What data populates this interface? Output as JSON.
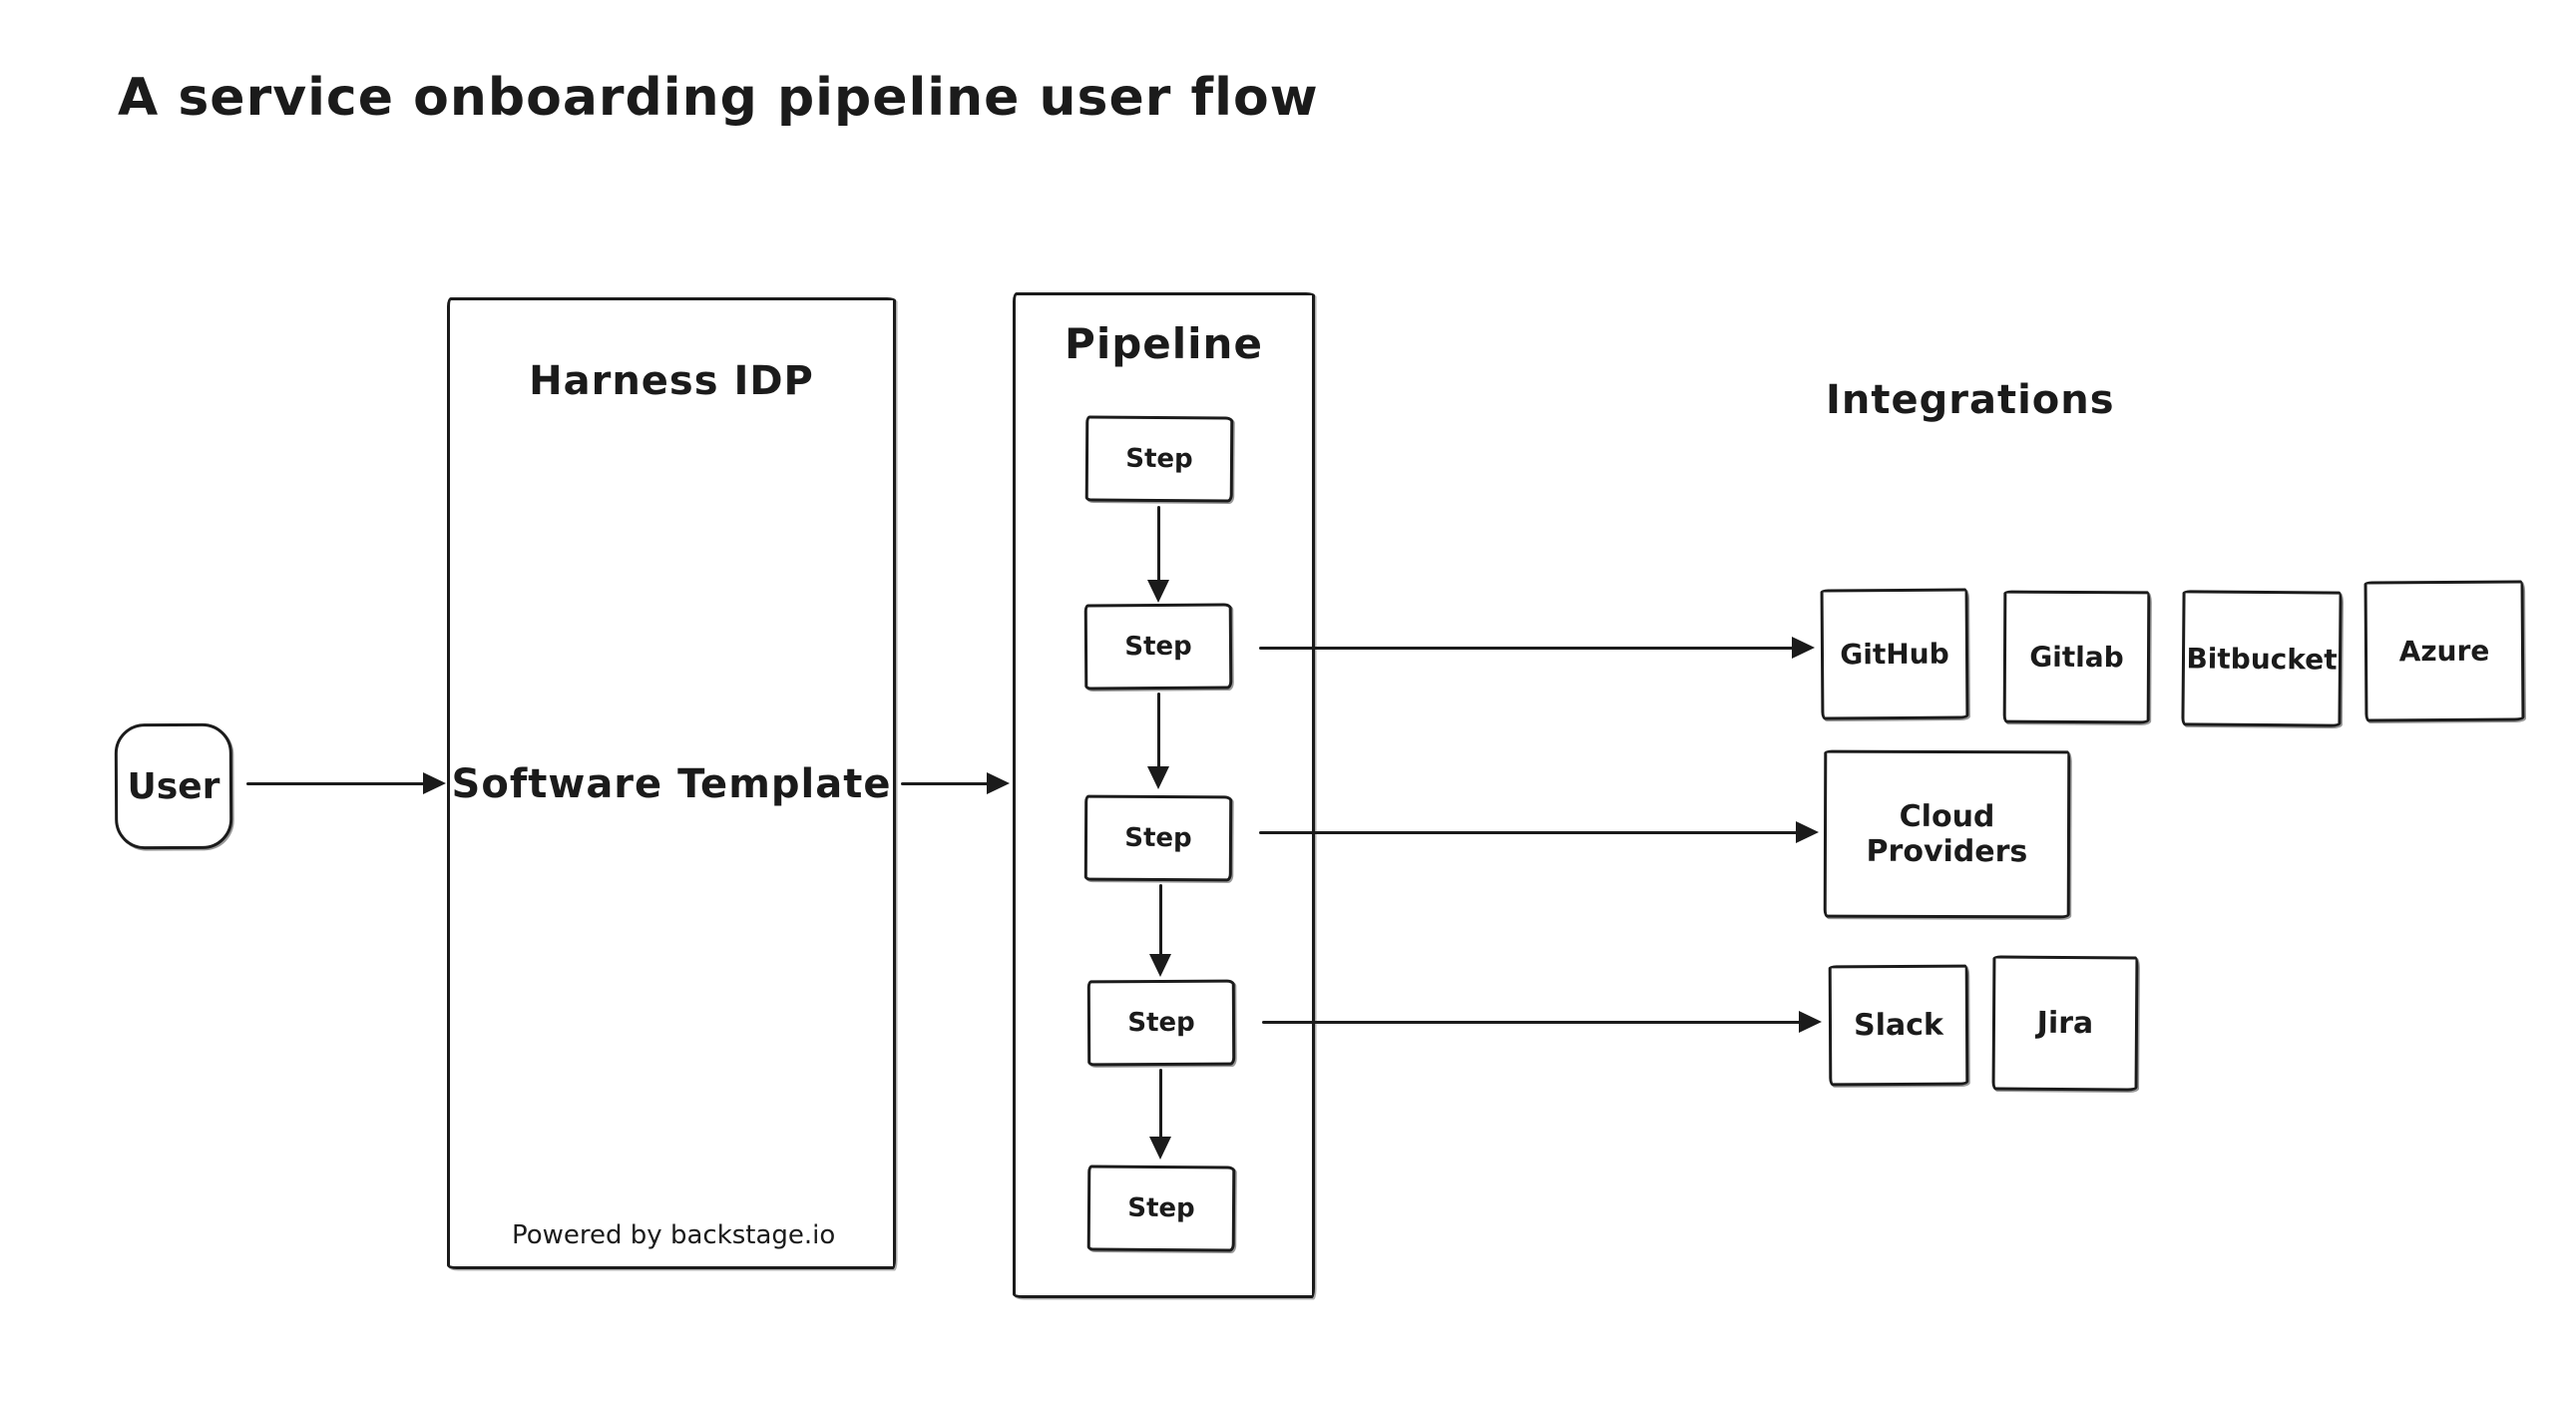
{
  "title": "A service onboarding pipeline user flow",
  "colors": {
    "ink": "#1b1b1b",
    "background": "#ffffff"
  },
  "nodes": {
    "user": {
      "label": "User"
    },
    "harness": {
      "title": "Harness IDP",
      "label": "Software Template",
      "footer": "Powered by backstage.io"
    }
  },
  "pipeline": {
    "title": "Pipeline",
    "steps": [
      "Step",
      "Step",
      "Step",
      "Step",
      "Step"
    ]
  },
  "integrations": {
    "title": "Integrations",
    "source_control": [
      "GitHub",
      "Gitlab",
      "Bitbucket",
      "Azure"
    ],
    "cloud": "Cloud Providers",
    "collaboration": [
      "Slack",
      "Jira"
    ]
  }
}
